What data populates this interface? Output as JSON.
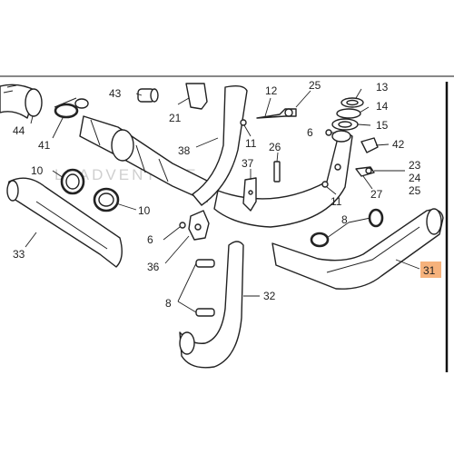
{
  "watermark": "LEADVENTURE",
  "highlight_color": "#f6b27c",
  "callouts": [
    {
      "id": "13",
      "text": "13"
    },
    {
      "id": "14",
      "text": "14"
    },
    {
      "id": "15",
      "text": "15"
    },
    {
      "id": "42",
      "text": "42"
    },
    {
      "id": "23",
      "text": "23"
    },
    {
      "id": "24",
      "text": "24"
    },
    {
      "id": "25a",
      "text": "25"
    },
    {
      "id": "25b",
      "text": "25"
    },
    {
      "id": "27",
      "text": "27"
    },
    {
      "id": "11a",
      "text": "11"
    },
    {
      "id": "11b",
      "text": "11"
    },
    {
      "id": "6a",
      "text": "6"
    },
    {
      "id": "6b",
      "text": "6"
    },
    {
      "id": "12",
      "text": "12"
    },
    {
      "id": "43",
      "text": "43"
    },
    {
      "id": "21",
      "text": "21"
    },
    {
      "id": "44",
      "text": "44"
    },
    {
      "id": "41",
      "text": "41"
    },
    {
      "id": "38",
      "text": "38"
    },
    {
      "id": "26",
      "text": "26"
    },
    {
      "id": "37",
      "text": "37"
    },
    {
      "id": "10a",
      "text": "10"
    },
    {
      "id": "10b",
      "text": "10"
    },
    {
      "id": "33",
      "text": "33"
    },
    {
      "id": "36",
      "text": "36"
    },
    {
      "id": "8a",
      "text": "8"
    },
    {
      "id": "8b",
      "text": "8"
    },
    {
      "id": "32",
      "text": "32"
    },
    {
      "id": "31",
      "text": "31"
    }
  ]
}
